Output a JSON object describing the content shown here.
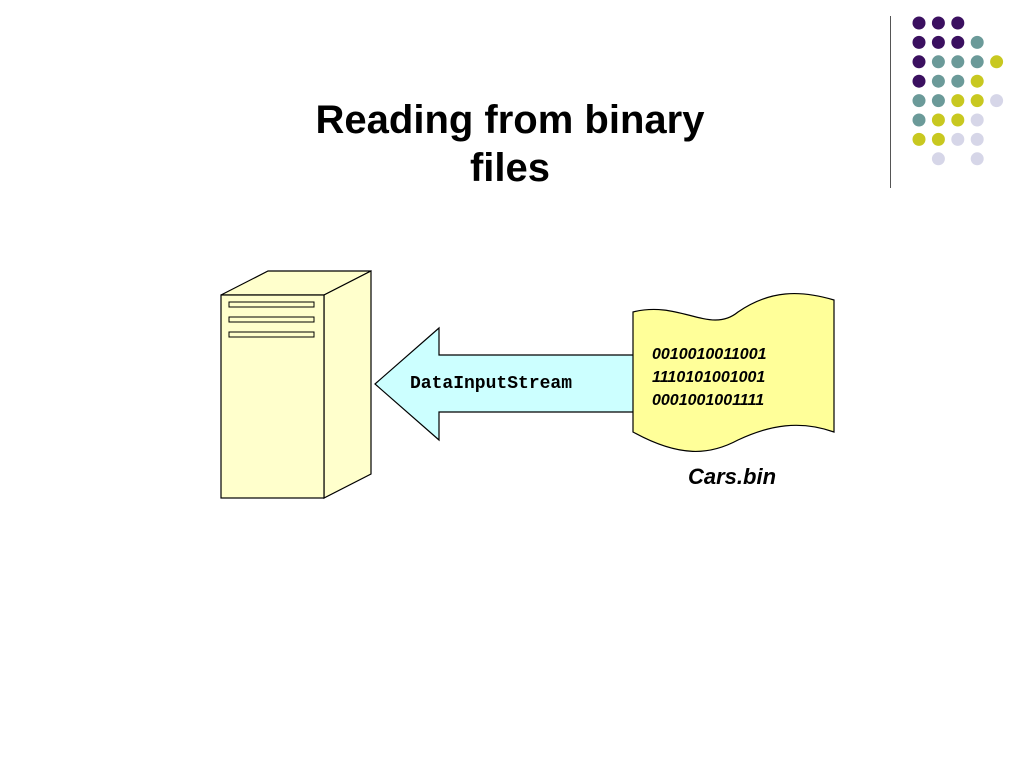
{
  "slide": {
    "title_line1": "Reading from binary",
    "title_line2": "files"
  },
  "diagram": {
    "arrow_label": "DataInputStream",
    "binary_lines": [
      "0010010011001",
      "1110101001001",
      "0001001001111"
    ],
    "file_name": "Cars.bin"
  },
  "colors": {
    "computer_fill": "#ffffcc",
    "arrow_fill": "#ccffff",
    "document_fill": "#ffff99",
    "dot_purple": "#3b1060",
    "dot_teal": "#6b9a99",
    "dot_yellow": "#c8c820",
    "dot_lavender": "#d6d6e8"
  },
  "decor": {
    "dot_rows": [
      [
        "purple",
        "purple",
        "purple",
        "none",
        "none"
      ],
      [
        "purple",
        "purple",
        "purple",
        "teal",
        "none"
      ],
      [
        "purple",
        "teal",
        "teal",
        "teal",
        "yellow"
      ],
      [
        "purple",
        "teal",
        "teal",
        "yellow",
        "none"
      ],
      [
        "teal",
        "teal",
        "yellow",
        "yellow",
        "lavender"
      ],
      [
        "teal",
        "yellow",
        "yellow",
        "lavender",
        "none"
      ],
      [
        "yellow",
        "yellow",
        "lavender",
        "lavender",
        "none"
      ],
      [
        "none",
        "lavender",
        "none",
        "lavender",
        "none"
      ]
    ]
  }
}
